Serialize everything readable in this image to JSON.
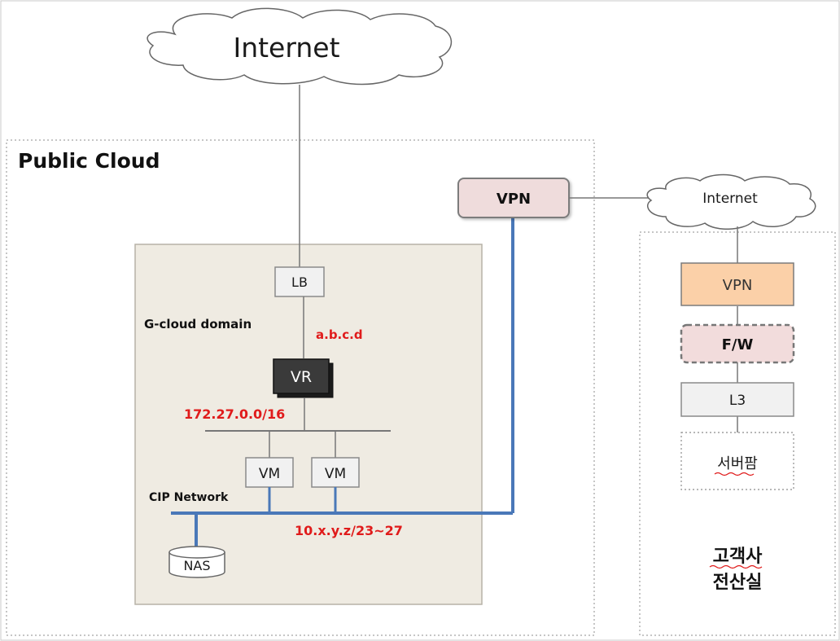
{
  "internet_top": "Internet",
  "public_cloud": "Public Cloud",
  "vpn_cloud": "VPN",
  "internet_right": "Internet",
  "lb": "LB",
  "g_cloud_domain": "G-cloud  domain",
  "public_ip": "a.b.c.d",
  "vr": "VR",
  "private_subnet": "172.27.0.0/16",
  "vm_1": "VM",
  "vm_2": "VM",
  "cip_network": "CIP Network",
  "cip_subnet": "10.x.y.z/23~27",
  "nas": "NAS",
  "vpn_customer": "VPN",
  "fw": "F/W",
  "l3": "L3",
  "server_farm": "서버팜",
  "customer_line1": "고객사",
  "customer_line2": "전산실",
  "colors": {
    "network_line": "#4a78b8",
    "highlight_text": "#e01b1b",
    "vpn_cloud_fill": "#efdcdc",
    "vpn_customer_fill": "#fbd0a8",
    "fw_fill": "#f2dcdc",
    "domain_fill": "#efebe2",
    "vr_fill": "#3a3a3a"
  }
}
